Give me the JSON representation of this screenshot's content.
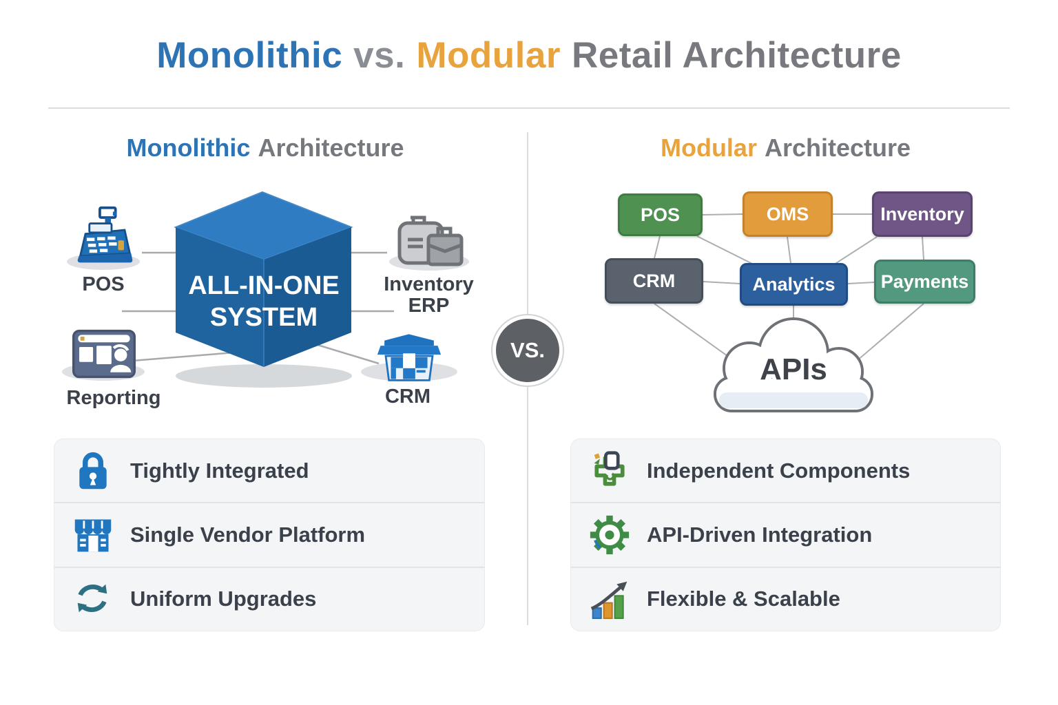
{
  "title": {
    "monolithic": "Monolithic",
    "vs": "vs.",
    "modular": "Modular",
    "rest": "Retail Architecture"
  },
  "left": {
    "heading": {
      "accent": "Monolithic",
      "rest": "Architecture"
    },
    "cube": {
      "line1": "ALL-IN-ONE",
      "line2": "SYSTEM"
    },
    "nodes": [
      {
        "id": "pos",
        "label": "POS"
      },
      {
        "id": "inventory-erp",
        "label": "Inventory ERP"
      },
      {
        "id": "reporting",
        "label": "Reporting"
      },
      {
        "id": "crm",
        "label": "CRM"
      }
    ],
    "features": [
      {
        "icon": "lock-icon",
        "label": "Tightly Integrated"
      },
      {
        "icon": "storefront-icon",
        "label": "Single Vendor Platform"
      },
      {
        "icon": "refresh-icon",
        "label": "Uniform Upgrades"
      }
    ]
  },
  "center": {
    "vs_label": "VS."
  },
  "right": {
    "heading": {
      "accent": "Modular",
      "rest": "Architecture"
    },
    "modules": [
      {
        "label": "POS",
        "color": "#4E9151"
      },
      {
        "label": "OMS",
        "color": "#E29C3C"
      },
      {
        "label": "Inventory",
        "color": "#6F5687"
      },
      {
        "label": "CRM",
        "color": "#5A636D"
      },
      {
        "label": "Analytics",
        "color": "#2B5F9E"
      },
      {
        "label": "Payments",
        "color": "#53997F"
      }
    ],
    "cloud_label": "APIs",
    "features": [
      {
        "icon": "components-icon",
        "label": "Independent Components"
      },
      {
        "icon": "gear-icon",
        "label": "API-Driven Integration"
      },
      {
        "icon": "growth-chart-icon",
        "label": "Flexible & Scalable"
      }
    ]
  },
  "colors": {
    "accent_blue": "#2E74B5",
    "accent_orange": "#E8A33D",
    "heading_gray": "#77797E",
    "text_dark": "#3A414B",
    "line_gray": "#A6A9AE",
    "panel_bg": "#F4F5F7",
    "cube_top": "#2F7CC2",
    "cube_left": "#20649F",
    "cube_right": "#1A5B94",
    "vs_bg": "#5D6166",
    "icon_blue": "#2176C0",
    "icon_teal": "#2D6F83",
    "icon_green": "#3E8C45"
  }
}
